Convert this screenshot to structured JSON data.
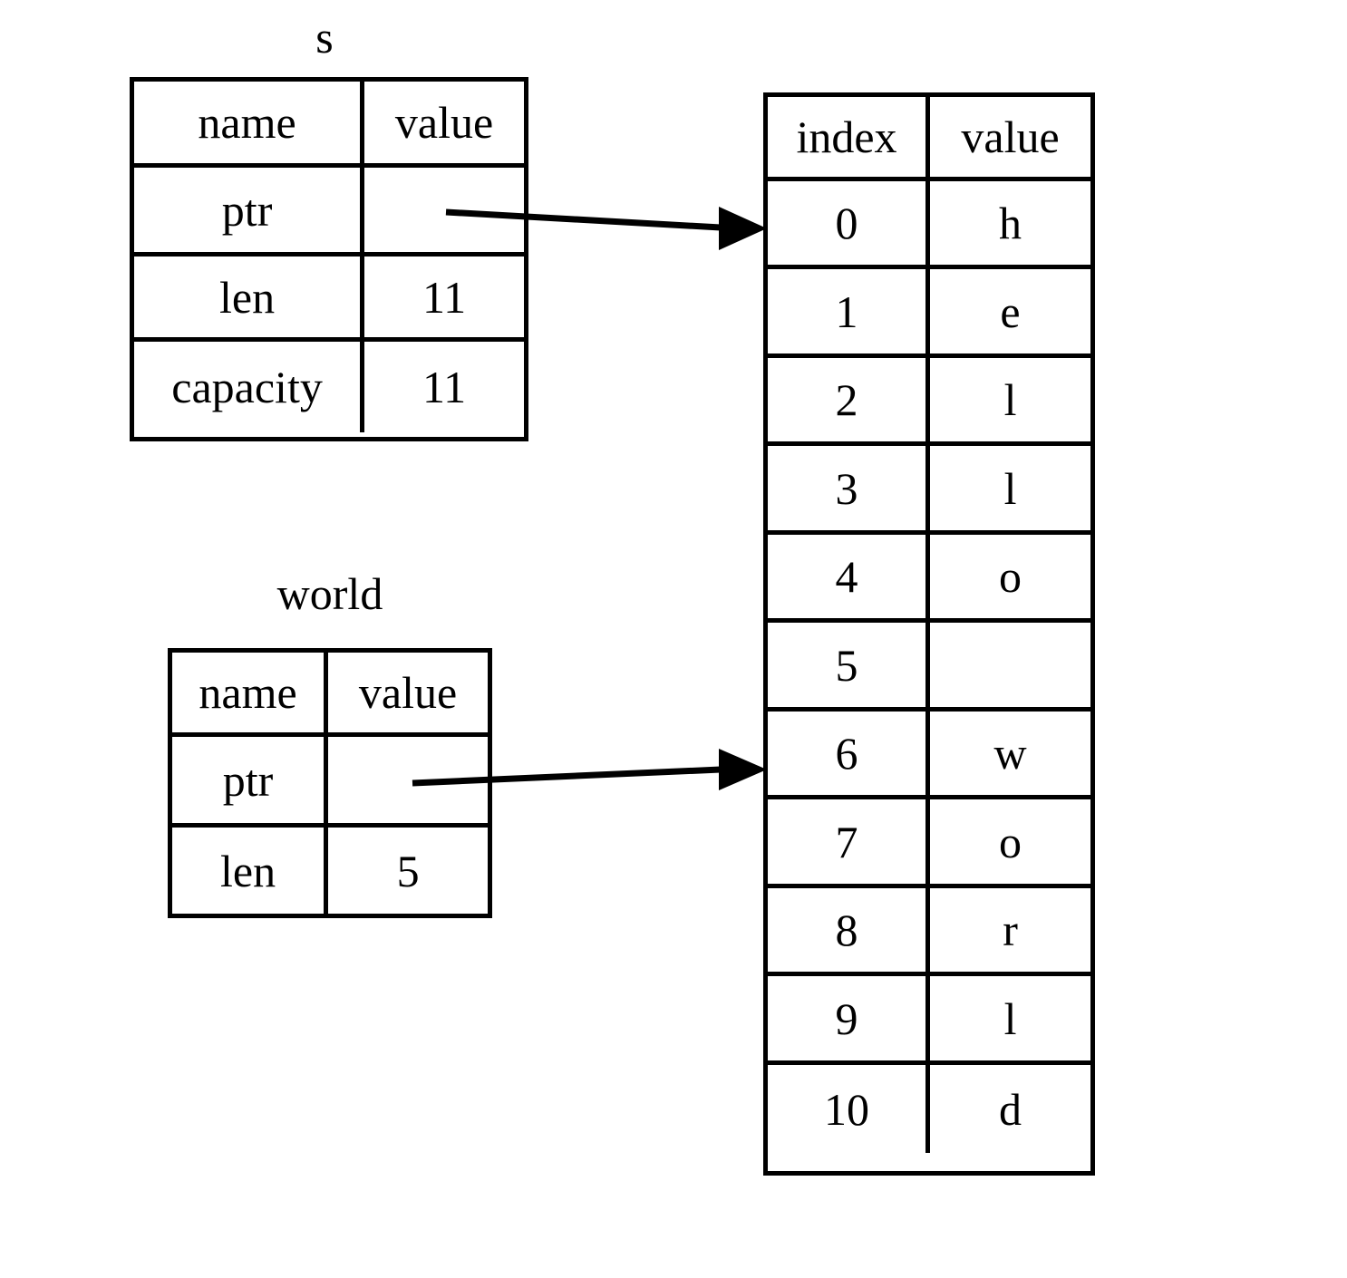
{
  "diagram": {
    "title_s": "s",
    "title_world": "world",
    "background_color": "#ffffff",
    "line_color": "#000000"
  },
  "s_table": {
    "caption": "s",
    "headers": [
      "name",
      "value"
    ],
    "rows": [
      {
        "name": "ptr",
        "value": ""
      },
      {
        "name": "len",
        "value": "11"
      },
      {
        "name": "capacity",
        "value": "11"
      }
    ]
  },
  "world_table": {
    "caption": "world",
    "headers": [
      "name",
      "value"
    ],
    "rows": [
      {
        "name": "ptr",
        "value": ""
      },
      {
        "name": "len",
        "value": "5"
      }
    ]
  },
  "buffer_table": {
    "headers": [
      "index",
      "value"
    ],
    "rows": [
      {
        "index": "0",
        "value": "h"
      },
      {
        "index": "1",
        "value": "e"
      },
      {
        "index": "2",
        "value": "l"
      },
      {
        "index": "3",
        "value": "l"
      },
      {
        "index": "4",
        "value": "o"
      },
      {
        "index": "5",
        "value": ""
      },
      {
        "index": "6",
        "value": "w"
      },
      {
        "index": "7",
        "value": "o"
      },
      {
        "index": "8",
        "value": "r"
      },
      {
        "index": "9",
        "value": "l"
      },
      {
        "index": "10",
        "value": "d"
      }
    ]
  },
  "arrows": [
    {
      "name": "s-ptr-to-index-0",
      "from": "s.ptr",
      "to": "buffer.index.0"
    },
    {
      "name": "world-ptr-to-index-6",
      "from": "world.ptr",
      "to": "buffer.index.6"
    }
  ]
}
